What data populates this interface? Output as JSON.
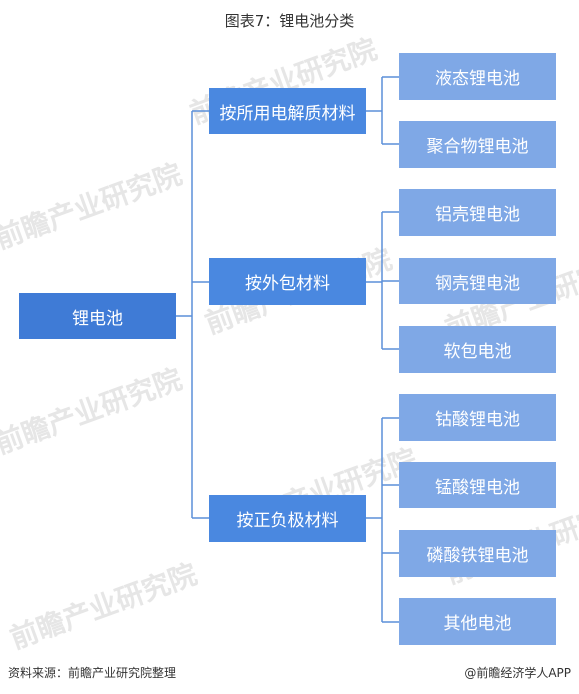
{
  "title": "图表7：锂电池分类",
  "root": "锂电池",
  "groups": [
    {
      "label": "按所用电解质材料",
      "items": [
        "液态锂电池",
        "聚合物锂电池"
      ]
    },
    {
      "label": "按外包材料",
      "items": [
        "铝壳锂电池",
        "钢壳锂电池",
        "软包电池"
      ]
    },
    {
      "label": "按正负极材料",
      "items": [
        "钴酸锂电池",
        "锰酸锂电池",
        "磷酸铁锂电池",
        "其他电池"
      ]
    }
  ],
  "watermark": {
    "text": "前瞻产业研究院"
  },
  "footer": {
    "source": "资料来源：前瞻产业研究院整理",
    "credit": "@前瞻经济学人APP"
  },
  "colors": {
    "root": "#3f7bd6",
    "group": "#4a88e0",
    "leaf": "#7fa8e6",
    "line": "#5b8fd9"
  }
}
